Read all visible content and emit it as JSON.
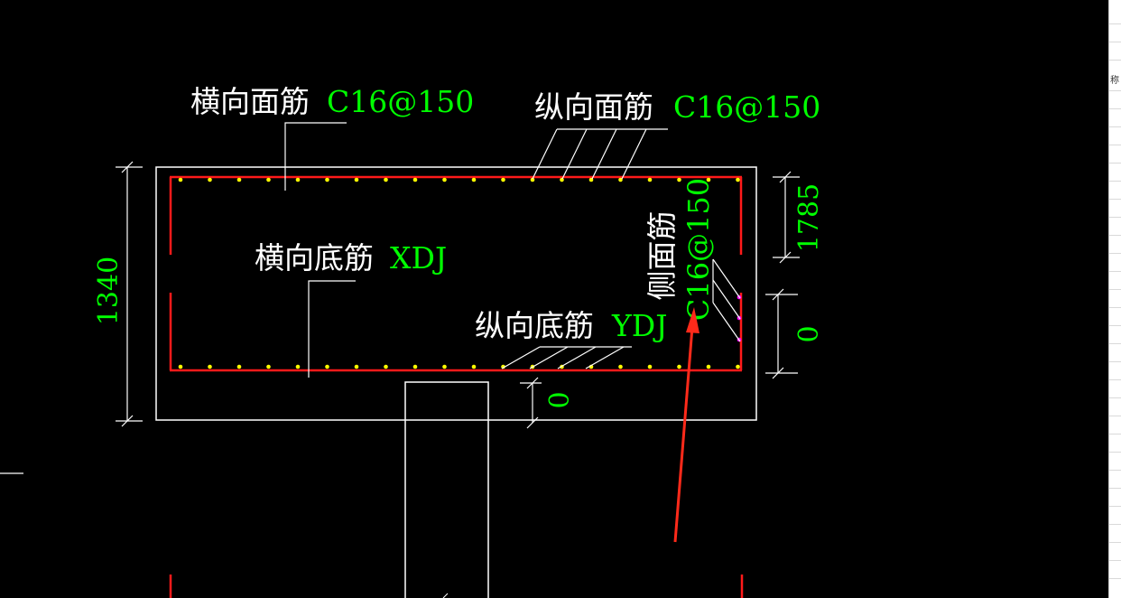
{
  "colors": {
    "background": "#000000",
    "outline": "#ffffff",
    "rebar": "#ff1a1a",
    "dot_top_bottom": "#ffff00",
    "dot_side": "#ff00ff",
    "label_white": "#ffffff",
    "label_green": "#00ff00",
    "arrow": "#ff2a1a"
  },
  "labels": {
    "top_transverse": "横向面筋",
    "top_transverse_spec": "C16@150",
    "top_longitudinal": "纵向面筋",
    "top_longitudinal_spec": "C16@150",
    "bottom_transverse": "横向底筋",
    "bottom_transverse_spec": "XDJ",
    "bottom_longitudinal": "纵向底筋",
    "bottom_longitudinal_spec": "YDJ",
    "side": "侧面筋",
    "side_spec": "C16@150"
  },
  "dimensions": {
    "height_total": "1340",
    "right_top": "1785",
    "right_mid": "0",
    "bottom_cover": "0"
  },
  "side_panel": {
    "label": "称"
  }
}
